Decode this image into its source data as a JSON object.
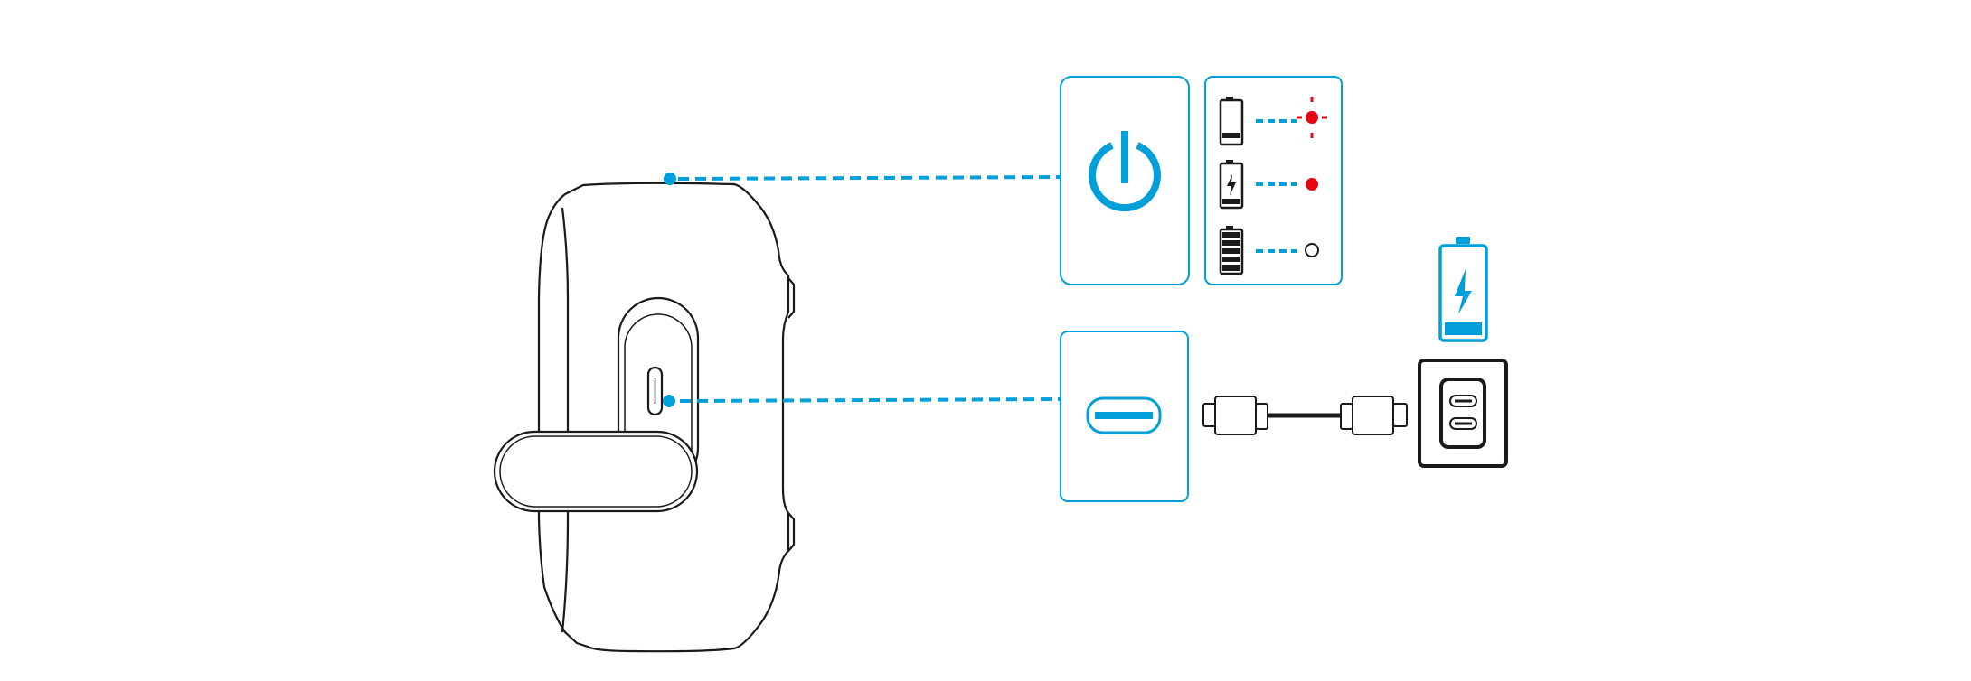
{
  "diagram": {
    "subject": "speaker-charging-and-power-guide",
    "colors": {
      "accent": "#009fda",
      "led_red": "#e30613",
      "outline": "#1a1a1a",
      "background": "#ffffff"
    },
    "icons": {
      "power": "power-icon",
      "usb_c_port": "usb-c-port-icon",
      "usb_c_cable": "usb-c-cable-icon",
      "wall_charger": "dual-usb-c-charger-icon",
      "charging_battery": "charging-battery-icon"
    },
    "led_states": [
      {
        "battery": "low-battery-icon",
        "led": "blinking-red"
      },
      {
        "battery": "charging-battery-icon",
        "led": "solid-red"
      },
      {
        "battery": "full-battery-icon",
        "led": "off"
      }
    ]
  }
}
